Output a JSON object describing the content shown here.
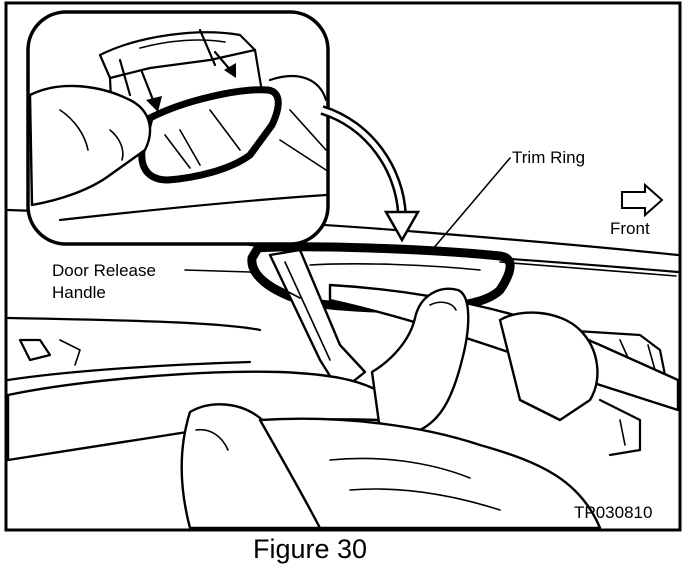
{
  "labels": {
    "trim_ring": "Trim Ring",
    "front": "Front",
    "door_release_line1": "Door Release",
    "door_release_line2": "Handle",
    "code": "TP030810"
  },
  "caption": "Figure 30"
}
